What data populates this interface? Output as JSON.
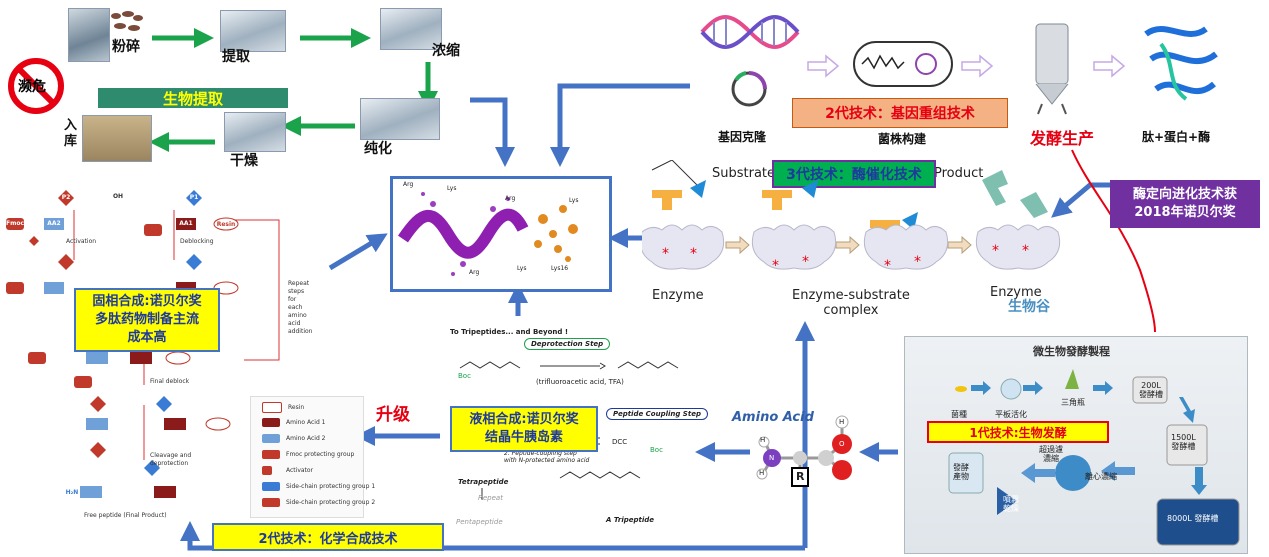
{
  "extraction": {
    "steps": [
      "粉碎",
      "提取",
      "浓缩",
      "纯化",
      "干燥",
      "入库"
    ],
    "banner": "生物提取",
    "forbidden_sign": "濒危"
  },
  "gene": {
    "clone_label": "基因克隆",
    "strain_label": "菌株构建",
    "ferment_label": "发酵生产",
    "product_label": "肽+蛋白+酶",
    "gen2_recomb": "2代技术：基因重组技术",
    "nobel_enzyme": "酶定向进化技术获\n2018年诺贝尔奖"
  },
  "enzyme": {
    "gen3_label": "3代技术：酶催化技术",
    "substrate": "Substrate",
    "product": "Product",
    "enzyme1": "Enzyme",
    "complex": "Enzyme-substrate\ncomplex",
    "enzyme2": "Enzyme",
    "watermark": "生物谷"
  },
  "peptide": {
    "labels": [
      "Arg",
      "Lys",
      "Arg",
      "Arg",
      "Lys",
      "Lys16",
      "Lys"
    ]
  },
  "solid_phase": {
    "overlay": "固相合成:诺贝尔奖\n多肽药物制备主流\n成本高",
    "activation": "Activation",
    "deblocking": "Deblocking",
    "repeat": "Repeat steps\nfor each amino\nacid addition",
    "final_deblock": "Final deblock",
    "cleavage": "Cleavage and\ndeprotection",
    "free_peptide": "Free peptide (Final Product)",
    "node_labels": {
      "fmoc": "Fmoc",
      "resin": "Resin",
      "aa1": "AA1",
      "aa2": "AA2",
      "p1": "P1",
      "p2": "P2",
      "h2n": "H₂N",
      "oh": "OH"
    },
    "legend": [
      {
        "key": "Resin",
        "text": "Resin"
      },
      {
        "key": "AA1",
        "text": "Amino Acid 1"
      },
      {
        "key": "AA2",
        "text": "Amino Acid 2"
      },
      {
        "key": "Fmoc",
        "text": "Fmoc protecting group"
      },
      {
        "key": "A",
        "text": "Activator"
      },
      {
        "key": "P1",
        "text": "Side-chain protecting group 1"
      },
      {
        "key": "P2",
        "text": "Side-chain protecting group 2"
      }
    ]
  },
  "upgrade": "升级",
  "liquid_phase": {
    "overlay": "液相合成:诺贝尔奖\n结晶牛胰岛素",
    "title": "To Tripeptides... and Beyond !",
    "deprotection": "Deprotection Step",
    "tfa": "(trifluoroacetic acid, TFA)",
    "coupling": "Peptide Coupling Step",
    "dcc": "DCC",
    "step2": "2. Peptide-coupling step\nwith N-protected amino acid",
    "tetrapeptide": "Tetrapeptide",
    "repeat": "Repeat",
    "pentapeptide": "Pentapeptide",
    "tripeptide": "A Tripeptide",
    "boc": "Boc"
  },
  "gen2_chem": "2代技术：化学合成技术",
  "amino_acid": {
    "label": "Amino Acid",
    "r": "R",
    "atoms": [
      "H",
      "N",
      "H",
      "O",
      "H"
    ]
  },
  "fermentation": {
    "title": "微生物發酵製程",
    "gen1": "1代技术:生物发酵",
    "nodes": [
      "菌種",
      "平板活化",
      "三角瓶",
      "200L\n發酵槽",
      "1500L\n發酵槽",
      "8000L 發酵槽",
      "超過濾\n濃縮",
      "離心濃縮",
      "發酵\n產物",
      "噴霧\n乾燥"
    ]
  },
  "colors": {
    "arrow_blue": "#4472c4",
    "arrow_green": "#1aa34a",
    "yellow_box": "#ffff00",
    "red_text": "#e60012",
    "purple_box": "#7030a0",
    "teal_banner": "#2e8b6e",
    "salmon_box": "#f4b183",
    "green_box": "#00b050"
  }
}
